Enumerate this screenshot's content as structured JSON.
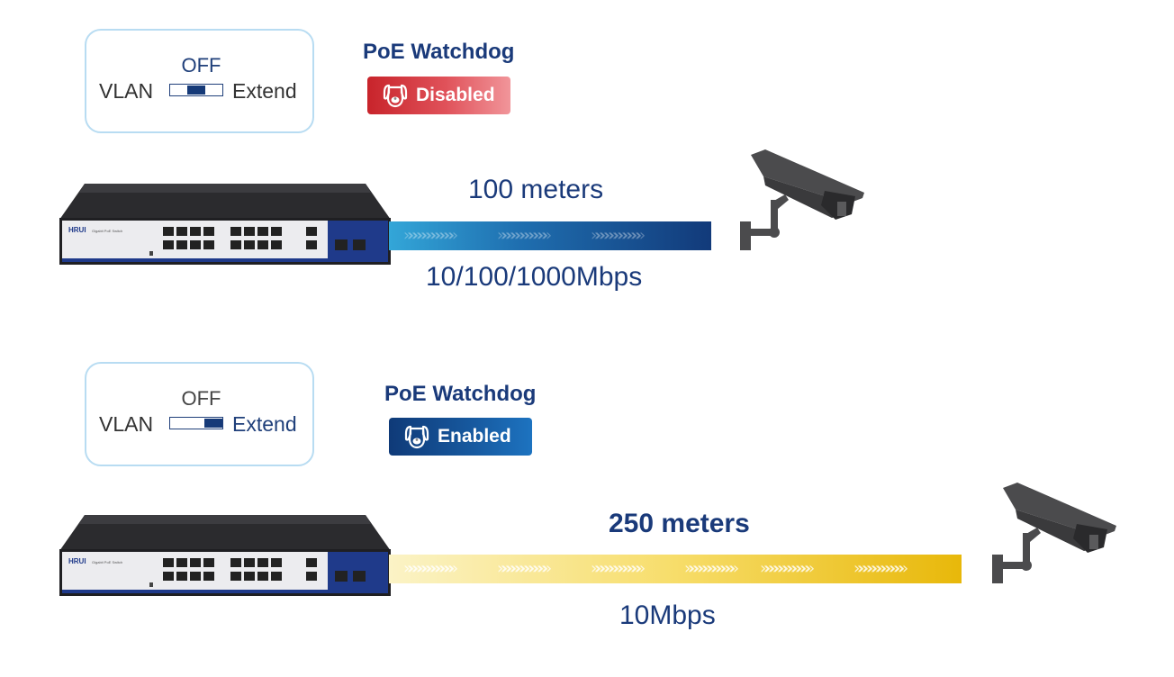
{
  "rows": [
    {
      "dip": {
        "off_label": "OFF",
        "left_label": "VLAN",
        "right_label": "Extend",
        "state": "off"
      },
      "watchdog": {
        "title": "PoE Watchdog",
        "status": "Disabled",
        "status_color": "#d0343b"
      },
      "device": {
        "brand": "HRUI",
        "model": "Gigabit PoE Switch"
      },
      "cable": {
        "distance": "100 meters",
        "speed": "10/100/1000Mbps",
        "color": "#1f5fa5"
      },
      "camera": {
        "icon": "cctv-camera-icon"
      }
    },
    {
      "dip": {
        "off_label": "OFF",
        "left_label": "VLAN",
        "right_label": "Extend",
        "state": "extend"
      },
      "watchdog": {
        "title": "PoE Watchdog",
        "status": "Enabled",
        "status_color": "#15509a"
      },
      "device": {
        "brand": "HRUI",
        "model": "Gigabit PoE Switch"
      },
      "cable": {
        "distance": "250 meters",
        "speed": "10Mbps",
        "color": "#f0c534"
      },
      "camera": {
        "icon": "cctv-camera-icon"
      }
    }
  ]
}
